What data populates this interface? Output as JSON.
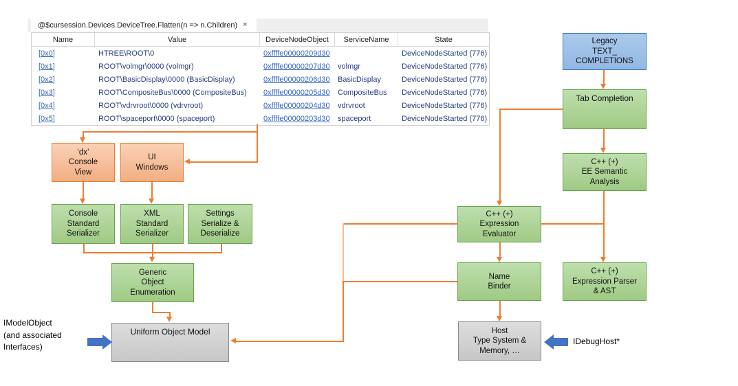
{
  "window": {
    "tab_title": "@$cursession.Devices.DeviceTree.Flatten(n => n.Children)",
    "tab_close": "×"
  },
  "table": {
    "columns": [
      "Name",
      "Value",
      "DeviceNodeObject",
      "ServiceName",
      "State"
    ],
    "rows": [
      {
        "name": "[0x0]",
        "value": "HTREE\\ROOT\\0",
        "node": "0xffffe00000209d30",
        "service": "",
        "state": "DeviceNodeStarted (776)"
      },
      {
        "name": "[0x1]",
        "value": "ROOT\\volmgr\\0000 (volmgr)",
        "node": "0xffffe00000207d30",
        "service": "volmgr",
        "state": "DeviceNodeStarted (776)"
      },
      {
        "name": "[0x2]",
        "value": "ROOT\\BasicDisplay\\0000 (BasicDisplay)",
        "node": "0xffffe00000206d30",
        "service": "BasicDisplay",
        "state": "DeviceNodeStarted (776)"
      },
      {
        "name": "[0x3]",
        "value": "ROOT\\CompositeBus\\0000 (CompositeBus)",
        "node": "0xffffe00000205d30",
        "service": "CompositeBus",
        "state": "DeviceNodeStarted (776)"
      },
      {
        "name": "[0x4]",
        "value": "ROOT\\vdrvroot\\0000 (vdrvroot)",
        "node": "0xffffe00000204d30",
        "service": "vdrvroot",
        "state": "DeviceNodeStarted (776)"
      },
      {
        "name": "[0x5]",
        "value": "ROOT\\spaceport\\0000 (spaceport)",
        "node": "0xffffe00000203d30",
        "service": "spaceport",
        "state": "DeviceNodeStarted (776)"
      }
    ]
  },
  "diagram": {
    "nodes": {
      "legacy": "Legacy\nTEXT_\nCOMPLETIONS",
      "tab_completion": "Tab Completion",
      "ee_semantic": "C++ (+)\nEE Semantic\nAnalysis",
      "expr_evaluator": "C++ (+)\nExpression\nEvaluator",
      "name_binder": "Name\nBinder",
      "expr_parser": "C++ (+)\nExpression Parser\n& AST",
      "host": "Host\nType System &\nMemory, …",
      "dx_console": "‘dx’\nConsole\nView",
      "ui_windows": "UI\nWindows",
      "console_serializer": "Console\nStandard\nSerializer",
      "xml_serializer": "XML\nStandard\nSerializer",
      "settings_serializer": "Settings\nSerialize &\nDeserialize",
      "generic_enumeration": "Generic\nObject\nEnumeration",
      "uniform_object_model": "Uniform Object Model"
    },
    "annotations": {
      "imodelobject": "IModelObject\n(and associated\nInterfaces)",
      "idebughost": "IDebugHost*"
    },
    "colors": {
      "connector": "#ED7D31",
      "block_arrow": "#4472C4",
      "green_border": "#6ba14c",
      "blue_border": "#3b79bd",
      "link": "#3465BD",
      "value_text": "#243D80"
    }
  }
}
